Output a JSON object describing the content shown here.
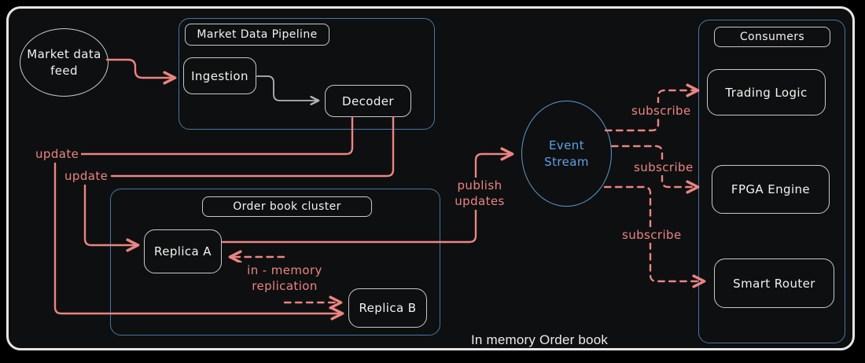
{
  "diagram": {
    "caption": "In memory Order book",
    "nodes": {
      "market_data_feed": "Market data feed",
      "pipeline_title": "Market Data Pipeline",
      "ingestion": "Ingestion",
      "decoder": "Decoder",
      "event_stream": "Event Stream",
      "consumers_title": "Consumers",
      "trading_logic": "Trading Logic",
      "fpga_engine": "FPGA Engine",
      "smart_router": "Smart Router",
      "cluster_title": "Order book cluster",
      "replica_a": "Replica A",
      "replica_b": "Replica B"
    },
    "edge_labels": {
      "update_1": "update",
      "update_2": "update",
      "publish_updates": "publish updates",
      "subscribe_1": "subscribe",
      "subscribe_2": "subscribe",
      "subscribe_3": "subscribe",
      "replication": "in - memory replication"
    },
    "colors": {
      "background": "#0e0f10",
      "frame_border": "#e5e5e5",
      "arrow_red": "#ec8482",
      "container_blue": "#4678a8",
      "event_stream_blue": "#5aa2e8",
      "node_border_gray": "#c9c9c9",
      "gray_arrow": "#b5b5b5",
      "node_text": "#f2f2f2"
    }
  }
}
